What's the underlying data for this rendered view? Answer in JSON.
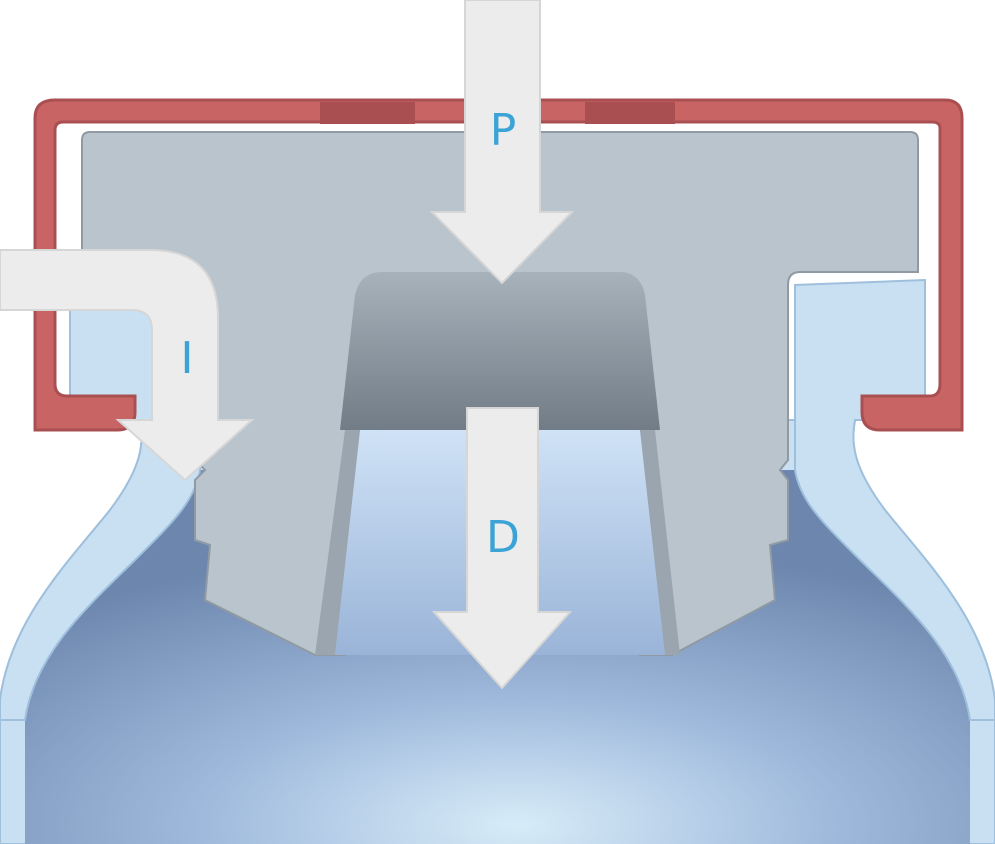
{
  "diagram": {
    "labels": {
      "pressure": "P",
      "ingress": "I",
      "downward": "D"
    },
    "colors": {
      "cap_seal": "#c96464",
      "cap_seal_dark": "#a94f52",
      "stopper": "#b9c4cd",
      "stopper_shadow": "#8f9aa4",
      "plug_dark": "#6f7a84",
      "vial_glass": "#c9e0f2",
      "vial_inner_top": "#b7d0ec",
      "vial_inner_bottom": "#6f88b2",
      "arrow_fill": "#ececec",
      "label_text": "#3ba3d6"
    }
  }
}
